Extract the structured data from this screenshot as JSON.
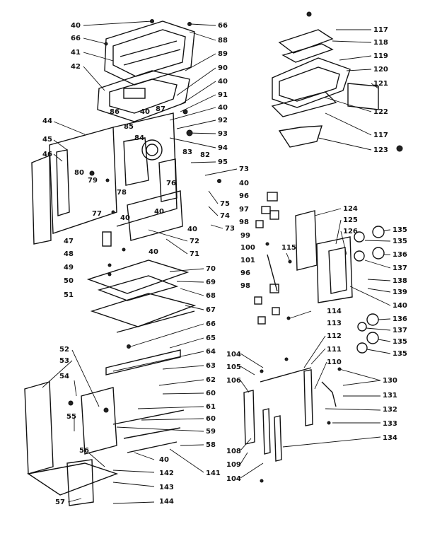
{
  "callouts": [
    "40",
    "66",
    "88",
    "66",
    "41",
    "89",
    "42",
    "90",
    "40",
    "91",
    "86",
    "40",
    "87",
    "40",
    "92",
    "44",
    "85",
    "93",
    "45",
    "84",
    "94",
    "46",
    "83",
    "82",
    "95",
    "80",
    "73",
    "79",
    "40",
    "78",
    "76",
    "96",
    "75",
    "97",
    "77",
    "40",
    "74",
    "40",
    "98",
    "73",
    "40",
    "72",
    "71",
    "47",
    "99",
    "48",
    "100",
    "115",
    "40",
    "49",
    "101",
    "50",
    "96",
    "51",
    "98",
    "70",
    "69",
    "68",
    "67",
    "114",
    "66",
    "113",
    "112",
    "65",
    "64",
    "111",
    "63",
    "110",
    "62",
    "60",
    "61",
    "60",
    "59",
    "58",
    "52",
    "53",
    "54",
    "55",
    "56",
    "40",
    "142",
    "141",
    "143",
    "57",
    "144",
    "104",
    "105",
    "106",
    "108",
    "109",
    "104",
    "130",
    "131",
    "132",
    "133",
    "134",
    "117",
    "118",
    "119",
    "120",
    "121",
    "122",
    "117",
    "123",
    "124",
    "125",
    "126",
    "135",
    "135",
    "136",
    "137",
    "138",
    "139",
    "140",
    "136",
    "137",
    "135",
    "135"
  ]
}
